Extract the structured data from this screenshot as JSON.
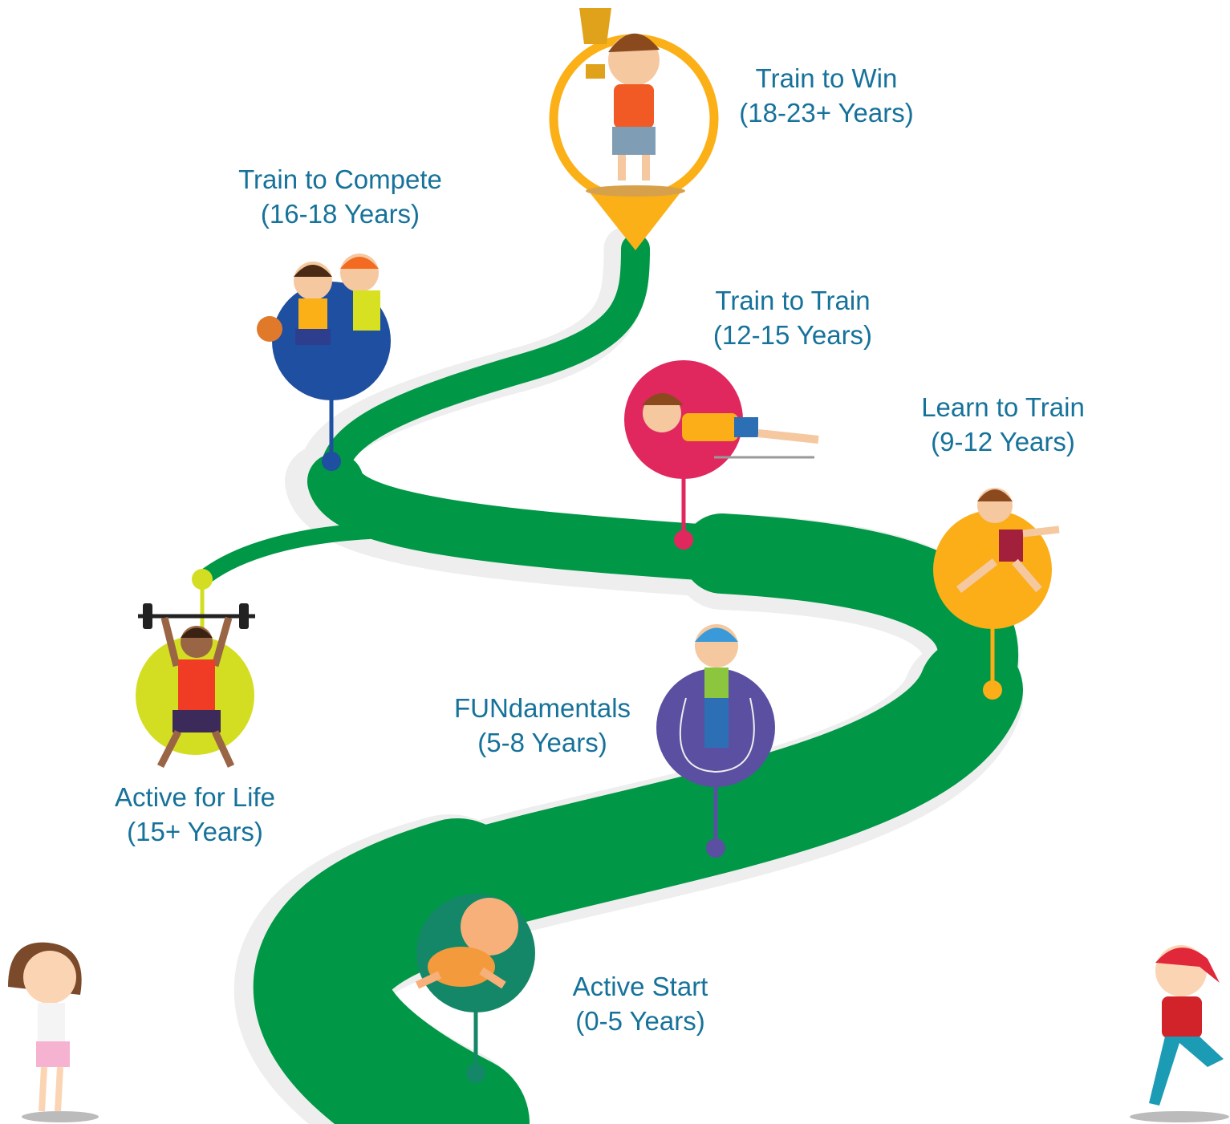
{
  "stages": [
    {
      "id": "train-to-win",
      "title": "Train to Win",
      "age": "(18-23+ Years)",
      "color": "#fbb017"
    },
    {
      "id": "train-to-compete",
      "title": "Train to Compete",
      "age": "(16-18 Years)",
      "color": "#1e4fa0"
    },
    {
      "id": "train-to-train",
      "title": "Train to Train",
      "age": "(12-15 Years)",
      "color": "#e0285f"
    },
    {
      "id": "learn-to-train",
      "title": "Learn to Train",
      "age": "(9-12 Years)",
      "color": "#fbae17"
    },
    {
      "id": "fundamentals",
      "title": "FUNdamentals",
      "age": "(5-8 Years)",
      "color": "#5b4fa2"
    },
    {
      "id": "active-for-life",
      "title": "Active for Life",
      "age": "(15+ Years)",
      "color": "#d3de22"
    },
    {
      "id": "active-start",
      "title": "Active Start",
      "age": "(0-5 Years)",
      "color": "#138767"
    }
  ],
  "road_color": "#009846",
  "text_color": "#16729a"
}
